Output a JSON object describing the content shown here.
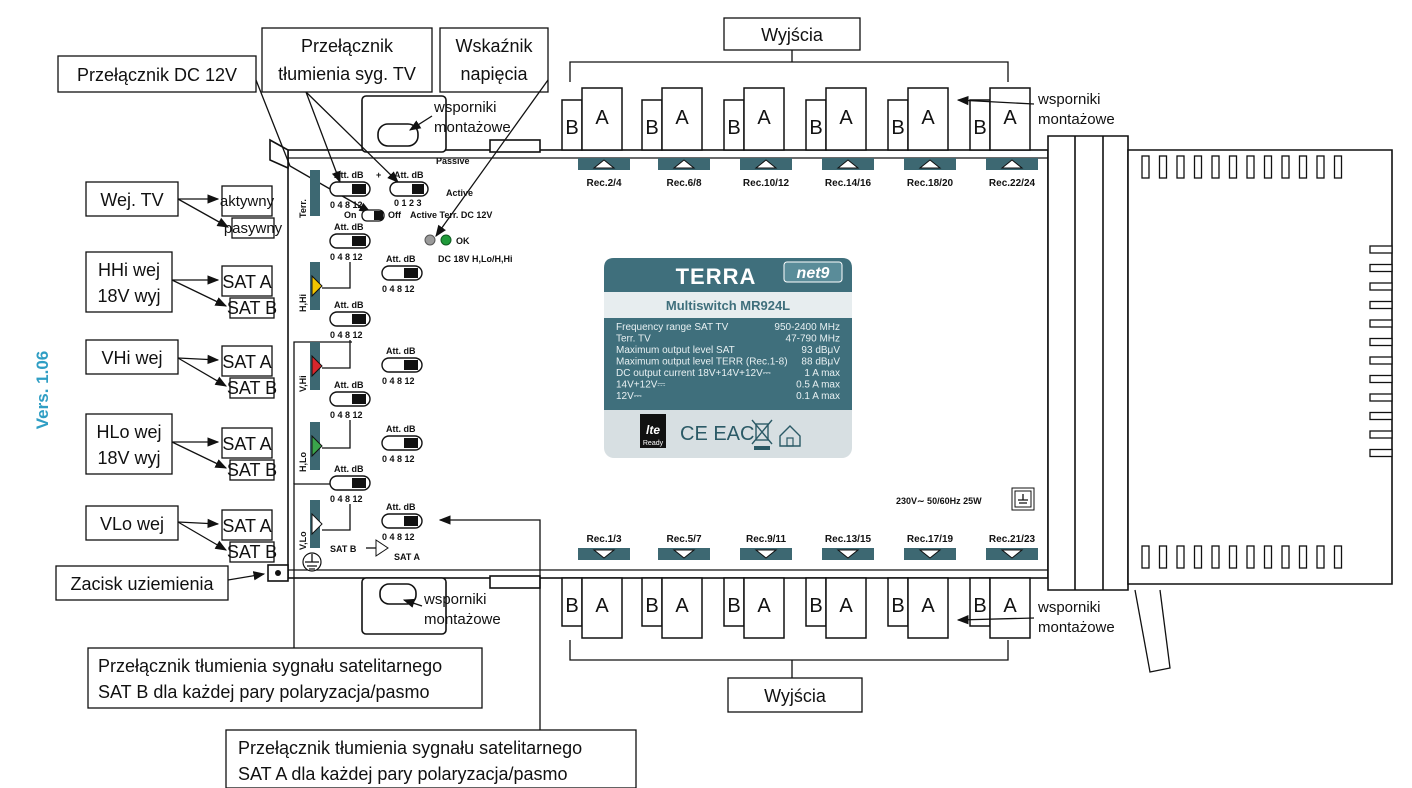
{
  "version_label": "Vers. 1.06",
  "callouts": {
    "dc12v_switch": "Przełącznik DC 12V",
    "tv_att_switch_line1": "Przełącznik",
    "tv_att_switch_line2": "tłumienia syg. TV",
    "voltage_indicator_line1": "Wskaźnik",
    "voltage_indicator_line2": "napięcia",
    "outputs_top": "Wyjścia",
    "outputs_bottom": "Wyjścia",
    "mounting_line1": "wsporniki",
    "mounting_line2": "montażowe",
    "tv_input": "Wej. TV",
    "hhi": [
      "HHi wej",
      "18V wyj"
    ],
    "vhi": "VHi wej",
    "hlo": [
      "HLo wej",
      "18V wyj"
    ],
    "vlo": "VLo wej",
    "ground": "Zacisk uziemienia",
    "satb_att": [
      "Przełącznik tłumienia sygnału satelitarnego",
      "SAT B dla każdej pary polaryzacja/pasmo"
    ],
    "sata_att": [
      "Przełącznik tłumienia sygnału satelitarnego",
      "SAT A dla każdej pary polaryzacja/pasmo"
    ]
  },
  "inputs": {
    "active": "aktywny",
    "passive": "pasywny",
    "sat_a": "SAT A",
    "sat_b": "SAT B"
  },
  "connector": {
    "b": "B",
    "a": "A"
  },
  "rec_top": [
    "Rec.2/4",
    "Rec.6/8",
    "Rec.10/12",
    "Rec.14/16",
    "Rec.18/20",
    "Rec.22/24"
  ],
  "rec_bottom": [
    "Rec.1/3",
    "Rec.5/7",
    "Rec.9/11",
    "Rec.13/15",
    "Rec.17/19",
    "Rec.21/23"
  ],
  "device": {
    "passive": "Passive",
    "active": "Active",
    "att_db": "Att. dB",
    "att_scale": "0 4 8 12",
    "att_scale_terr": "0 1 2 3",
    "on": "On",
    "off": "Off",
    "terr_dc": "Active Terr. DC 12V",
    "ok": "OK",
    "dc_note": "DC 18V H,Lo/H,Hi",
    "terr": "Terr.",
    "hhi": "H,Hi",
    "vhi": "V,Hi",
    "hlo": "H,Lo",
    "vlo": "V,Lo",
    "sat_b": "SAT B",
    "sat_a": "SAT A",
    "power": "230V∼  50/60Hz  25W"
  },
  "plate": {
    "brand": "TERRA",
    "badge": "net9",
    "model": "Multiswitch MR924L",
    "specs": [
      {
        "label": "Frequency range  SAT TV",
        "value": "950-2400 MHz"
      },
      {
        "label": "                         Terr. TV",
        "value": "47-790 MHz"
      },
      {
        "label": "Maximum output level SAT",
        "value": "93 dBμV"
      },
      {
        "label": "Maximum output level TERR (Rec.1-8)",
        "value": "88 dBμV"
      },
      {
        "label": "DC output current  18V+14V+12V⎓",
        "value": "1 A max"
      },
      {
        "label": "                           14V+12V⎓",
        "value": "0.5 A max"
      },
      {
        "label": "                                  12V⎓",
        "value": "0.1 A max"
      }
    ],
    "lte": "lte",
    "lte_ready": "Ready",
    "marks": "CE EAC"
  },
  "colors": {
    "accent": "#2f9ec4",
    "plate": "#3f6f7c",
    "plate_light": "#d7dfe2",
    "port": "#3d6872",
    "led_ok": "#1f9a3a",
    "yellow": "#f2c500",
    "red": "#d8262c",
    "green": "#3aa54b"
  }
}
